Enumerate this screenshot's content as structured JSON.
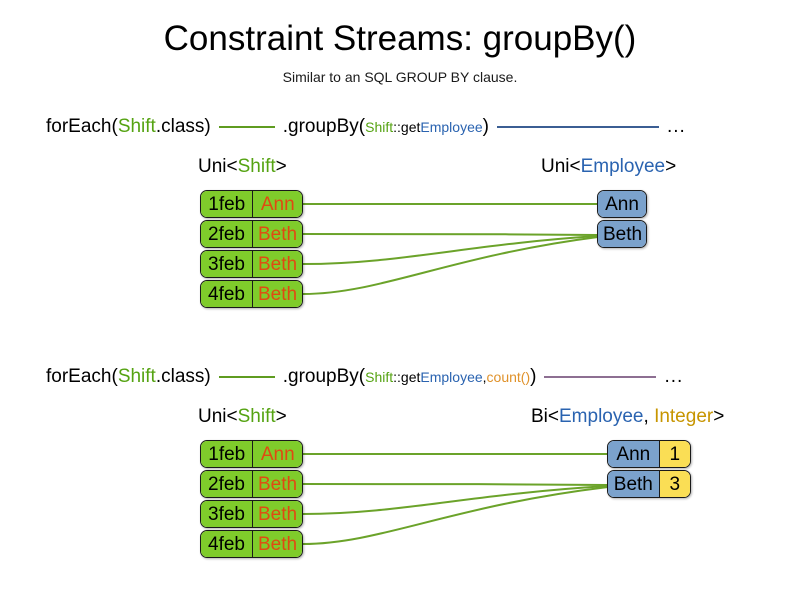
{
  "slide": {
    "title": "Constraint Streams: groupBy()",
    "subtitle": "Similar to an SQL GROUP BY clause."
  },
  "colors": {
    "shift_green": "#7fcc2b",
    "employee_blue": "#7ba2cc",
    "count_yellow": "#fade55",
    "edge_green": "#6ba32a",
    "token_green": "#55a312",
    "token_blue": "#2a63b0",
    "token_gold": "#c79500",
    "token_orange": "#e0922b",
    "name_orange": "#e04a12",
    "connector_blue": "#3b5e93",
    "connector_purple": "#8d6f92"
  },
  "sections": [
    {
      "id": "groupby-plain",
      "pipeline": {
        "for_each": {
          "prefix": "forEach(",
          "type": "Shift",
          "suffix": ".class)"
        },
        "connector1_color": "green",
        "group_by": {
          "prefix": ".groupBy(",
          "arg_type": "Shift",
          "arg_sep": "::get",
          "arg_prop": "Employee",
          "suffix": ")"
        },
        "connector2_color": "blue",
        "ellipsis": "..."
      },
      "left": {
        "type_label": {
          "prefix": "Uni<",
          "generic": "Shift",
          "suffix": ">"
        },
        "rows": [
          {
            "date": "1feb",
            "employee": "Ann"
          },
          {
            "date": "2feb",
            "employee": "Beth"
          },
          {
            "date": "3feb",
            "employee": "Beth"
          },
          {
            "date": "4feb",
            "employee": "Beth"
          }
        ]
      },
      "right": {
        "type_label": {
          "prefix": "Uni<",
          "generic": "Employee",
          "suffix": ">"
        },
        "rows": [
          {
            "name": "Ann"
          },
          {
            "name": "Beth"
          }
        ]
      },
      "edges": [
        {
          "from": 0,
          "to": 0
        },
        {
          "from": 1,
          "to": 1
        },
        {
          "from": 2,
          "to": 1
        },
        {
          "from": 3,
          "to": 1
        }
      ]
    },
    {
      "id": "groupby-count",
      "pipeline": {
        "for_each": {
          "prefix": "forEach(",
          "type": "Shift",
          "suffix": ".class)"
        },
        "connector1_color": "green",
        "group_by": {
          "prefix": ".groupBy(",
          "arg_type": "Shift",
          "arg_sep": "::get",
          "arg_prop": "Employee",
          "arg_comma": ", ",
          "arg_collector": "count()",
          "suffix": ")"
        },
        "connector2_color": "purple",
        "ellipsis": "..."
      },
      "left": {
        "type_label": {
          "prefix": "Uni<",
          "generic": "Shift",
          "suffix": ">"
        },
        "rows": [
          {
            "date": "1feb",
            "employee": "Ann"
          },
          {
            "date": "2feb",
            "employee": "Beth"
          },
          {
            "date": "3feb",
            "employee": "Beth"
          },
          {
            "date": "4feb",
            "employee": "Beth"
          }
        ]
      },
      "right": {
        "type_label": {
          "prefix": "Bi<",
          "generic1": "Employee",
          "sep": ", ",
          "generic2": "Integer",
          "suffix": ">"
        },
        "rows": [
          {
            "name": "Ann",
            "count": "1"
          },
          {
            "name": "Beth",
            "count": "3"
          }
        ]
      },
      "edges": [
        {
          "from": 0,
          "to": 0
        },
        {
          "from": 1,
          "to": 1
        },
        {
          "from": 2,
          "to": 1
        },
        {
          "from": 3,
          "to": 1
        }
      ]
    }
  ]
}
